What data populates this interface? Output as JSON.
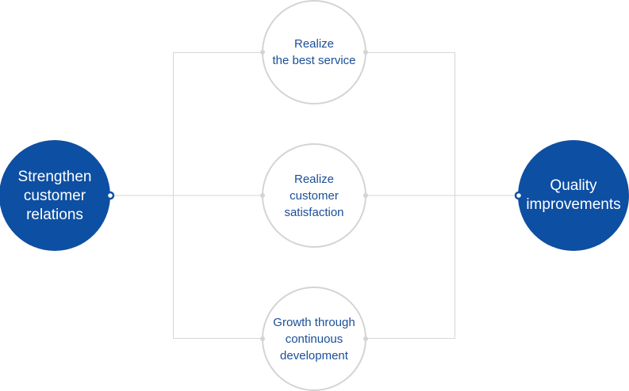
{
  "colors": {
    "primary_blue": "#0d4fa2",
    "text_blue": "#1a4f97",
    "outline_grey": "#d4d4d4",
    "connector_grey": "#d6d6d6"
  },
  "nodes": {
    "left": {
      "lines": [
        "Strengthen",
        "customer",
        "relations"
      ]
    },
    "right": {
      "lines": [
        "Quality",
        "improvements"
      ]
    },
    "top": {
      "lines": [
        "Realize",
        "the best service"
      ]
    },
    "middle": {
      "lines": [
        "Realize",
        "customer",
        "satisfaction"
      ]
    },
    "bottom": {
      "lines": [
        "Growth through",
        "continuous",
        "development"
      ]
    }
  }
}
